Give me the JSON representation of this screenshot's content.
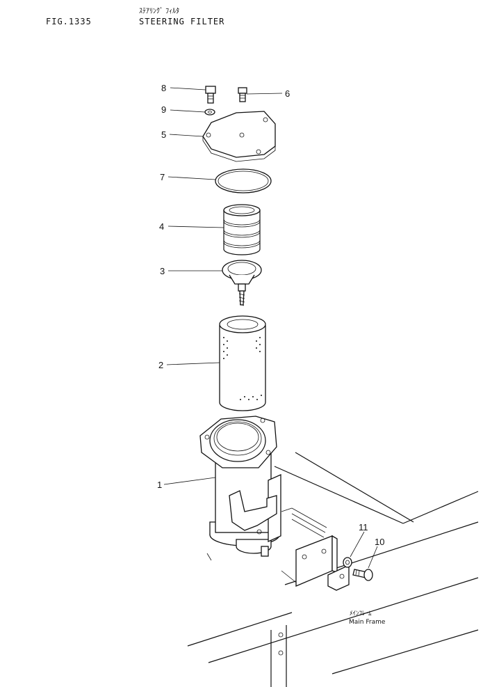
{
  "header": {
    "fig_number": "FIG.1335",
    "title_jp": "ｽﾃｱﾘﾝｸﾞ ﾌｨﾙﾀ",
    "title_en": "STEERING FILTER"
  },
  "callouts": {
    "p1": "1",
    "p2": "2",
    "p3": "3",
    "p4": "4",
    "p5": "5",
    "p6": "6",
    "p7": "7",
    "p8": "8",
    "p9": "9",
    "p10": "10",
    "p11": "11"
  },
  "frame_label": {
    "jp": "ﾒｲﾝﾌﾚｰﾑ",
    "en": "Main Frame"
  }
}
